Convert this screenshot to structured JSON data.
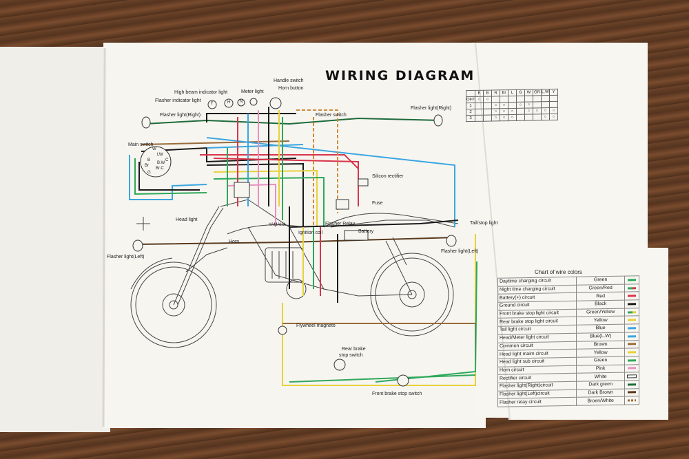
{
  "title": "WIRING DIAGRAM",
  "labels": {
    "handle_switch": "Handle switch",
    "horn_button": "Horn button",
    "meter_light": "Meter light",
    "high_beam_indicator": "High beam indicator light",
    "flasher_indicator": "Flasher indicator light",
    "flasher_light_right_left": "Flasher light(Right)",
    "flasher_light_right_right": "Flasher light(Right)",
    "flasher_switch": "Flasher switch",
    "main_switch": "Main switch",
    "head_light": "Head light",
    "silicon_rectifier": "Silicon rectifier",
    "fuse": "Fuse",
    "flasher_relay": "Flasher Relay",
    "battery": "Battery",
    "ignition_coil": "Ignition coil",
    "horn": "Horn",
    "tail_stop_light": "Tail/stop light",
    "flasher_light_left_left": "Flasher light(Left)",
    "flasher_light_left_right": "Flasher light(Left)",
    "flywheel_magneto": "Flywheel magneto",
    "rear_brake_stop_switch_1": "Rear brake",
    "rear_brake_stop_switch_2": "stop switch",
    "front_brake_stop_switch": "Front brake stop switch",
    "brand": "YAMAHA",
    "main_switch_terminals": [
      "W",
      "LW",
      "C",
      "B",
      "B.W",
      "Br",
      "Br.C",
      "G"
    ],
    "indicator_letters": [
      "F",
      "H",
      "N"
    ]
  },
  "switch_table": {
    "headers": [
      "E",
      "B",
      "R",
      "Br",
      "L",
      "G",
      "W",
      "GR",
      "L.W",
      "Y"
    ],
    "row_labels": [
      "OFF",
      "1",
      "2",
      "3"
    ]
  },
  "legend": {
    "title": "Chart of wire colors",
    "rows": [
      {
        "circuit": "Daytime charging circuit",
        "color_name": "Green",
        "swatch": "#2fa85a",
        "pattern": "solid"
      },
      {
        "circuit": "Night time charging circuit",
        "color_name": "Green/Red",
        "swatch": "#2fa85a",
        "stripe": "#d8344a",
        "pattern": "stripe"
      },
      {
        "circuit": "Battery(+) circuit",
        "color_name": "Red",
        "swatch": "#d8344a",
        "pattern": "solid"
      },
      {
        "circuit": "Ground circuit",
        "color_name": "Black",
        "swatch": "#1a1a1a",
        "pattern": "solid"
      },
      {
        "circuit": "Front brake stop light circuit",
        "color_name": "Green/Yellow",
        "swatch": "#2fa85a",
        "stripe": "#e6d23a",
        "pattern": "stripe"
      },
      {
        "circuit": "Rear brake stop light circuit",
        "color_name": "Yellow",
        "swatch": "#e6d23a",
        "pattern": "solid"
      },
      {
        "circuit": "Tail light circuit",
        "color_name": "Blue",
        "swatch": "#3aa6e0",
        "pattern": "solid"
      },
      {
        "circuit": "Head/Meter light circuit",
        "color_name": "Blue(L.W)",
        "swatch": "#3aa6e0",
        "pattern": "solid"
      },
      {
        "circuit": "Common circuit",
        "color_name": "Brown",
        "swatch": "#9a6a3a",
        "pattern": "solid"
      },
      {
        "circuit": "Head light maim circuit",
        "color_name": "Yellow",
        "swatch": "#e6d23a",
        "pattern": "solid"
      },
      {
        "circuit": "Head light sub circuit",
        "color_name": "Green",
        "swatch": "#2fa85a",
        "pattern": "solid"
      },
      {
        "circuit": "Horn circuit",
        "color_name": "Pink",
        "swatch": "#e890c0",
        "pattern": "solid"
      },
      {
        "circuit": "Rectifier circuit",
        "color_name": "White",
        "swatch": "#ffffff",
        "pattern": "outline"
      },
      {
        "circuit": "Flasher light(Right)circuit",
        "color_name": "Dark green",
        "swatch": "#1e6b3a",
        "pattern": "solid"
      },
      {
        "circuit": "Flasher light(Left)circuit",
        "color_name": "Dark Brown",
        "swatch": "#5a3a1e",
        "pattern": "solid"
      },
      {
        "circuit": "Flasher relay circuit",
        "color_name": "Broen/White",
        "swatch": "#9a6a3a",
        "stripe": "#ffffff",
        "pattern": "dash"
      }
    ]
  },
  "colors": {
    "green": "#2fa85a",
    "red": "#d8344a",
    "black": "#1a1a1a",
    "yellow": "#e6d23a",
    "blue": "#3aa6e0",
    "brown": "#9a6a3a",
    "pink": "#e890c0",
    "dark_green": "#1e6b3a",
    "dark_brown": "#5a3a1e",
    "orange_dash": "#d08a3a"
  }
}
